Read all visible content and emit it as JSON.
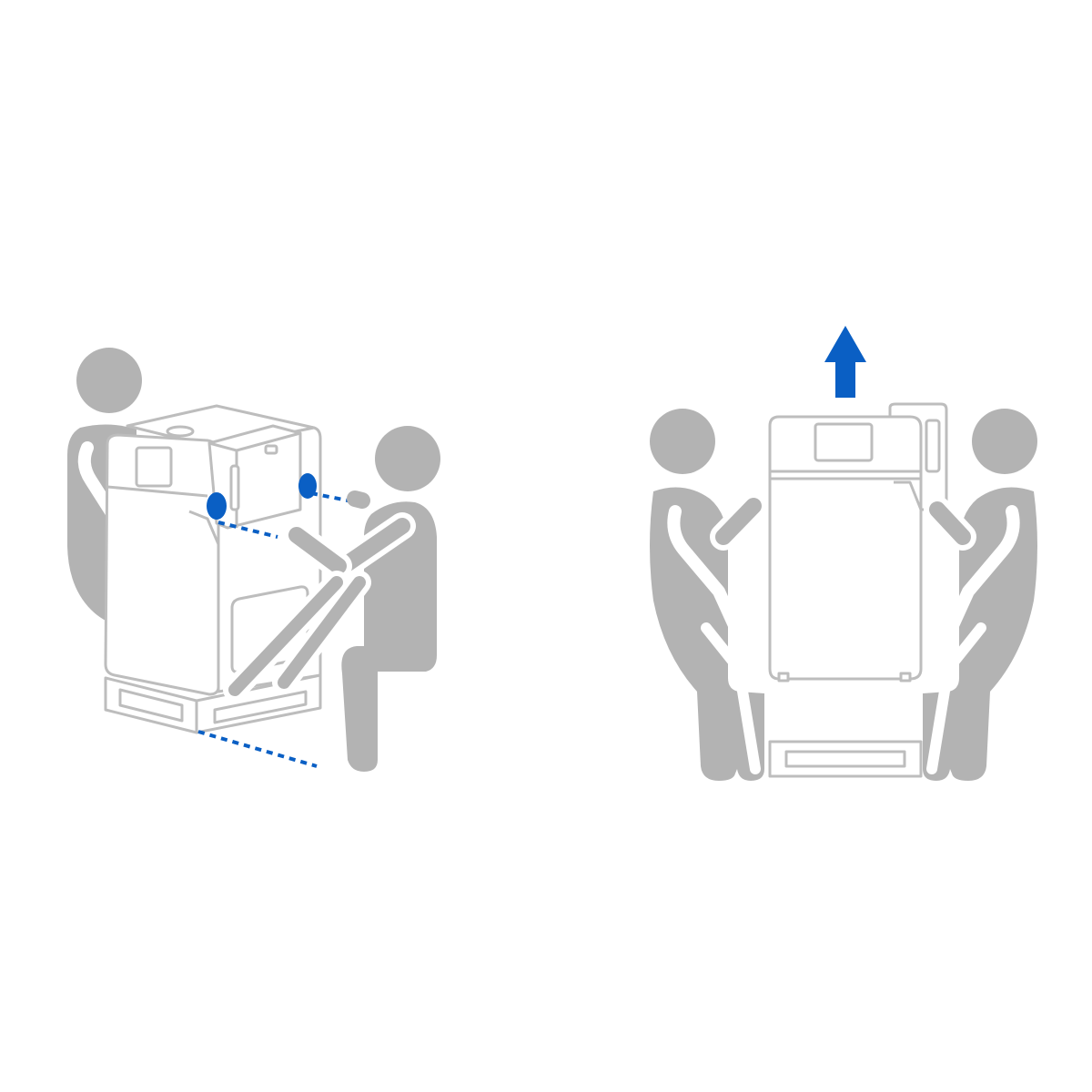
{
  "colors": {
    "figure": "#b3b3b3",
    "outline": "#bdbdbd",
    "accent": "#0a5fc4",
    "background": "#ffffff"
  },
  "panels": [
    {
      "name": "left-panel",
      "description_icons": [
        "person-icon",
        "person-icon",
        "printer-icon",
        "grip-point-icon",
        "grip-point-icon",
        "dashed-guide-line"
      ]
    },
    {
      "name": "right-panel",
      "description_icons": [
        "up-arrow-icon",
        "person-icon",
        "person-icon",
        "printer-icon"
      ]
    }
  ]
}
